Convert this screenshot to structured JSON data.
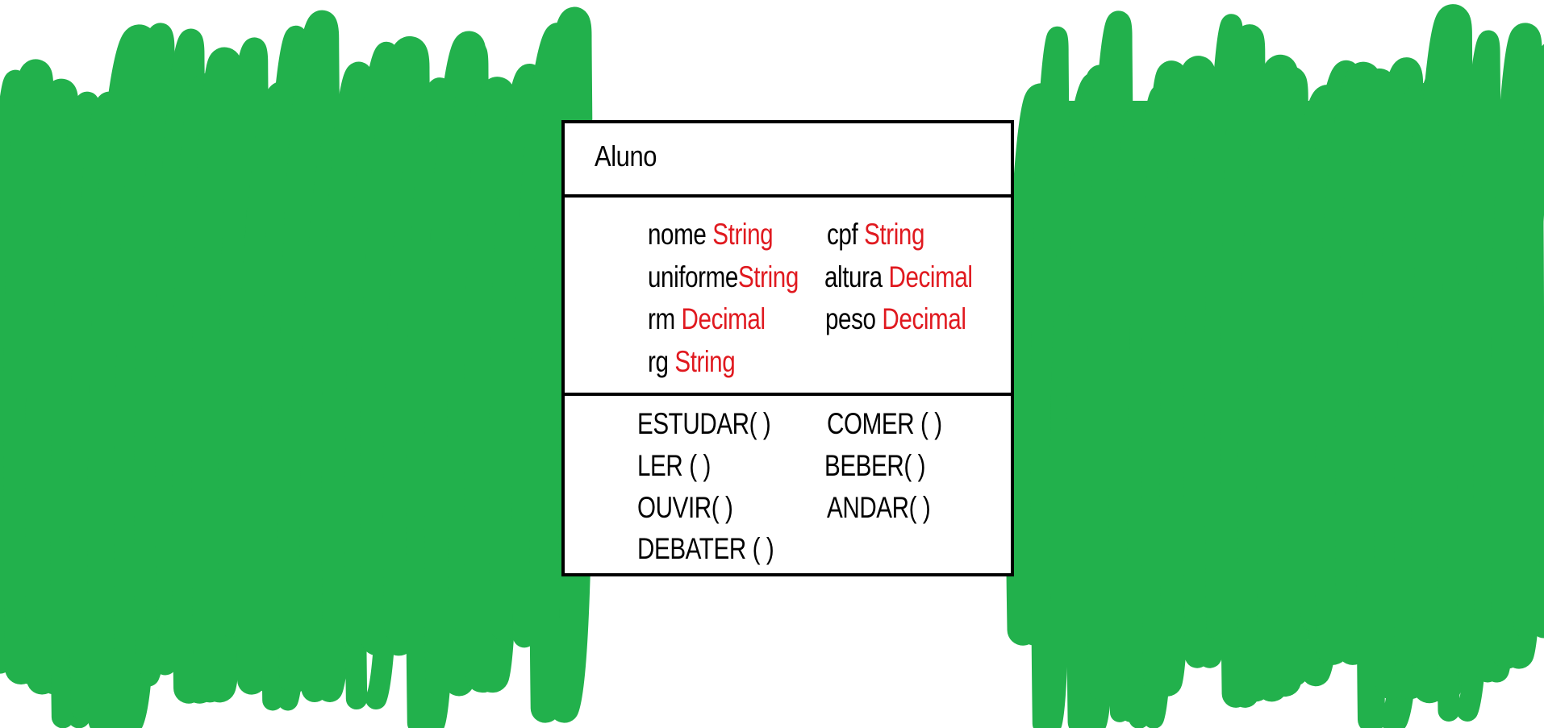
{
  "class_name": "Aluno",
  "attributes": [
    {
      "name": "nome",
      "type": "String"
    },
    {
      "name": "cpf",
      "type": "String"
    },
    {
      "name": "uniforme",
      "type": "String"
    },
    {
      "name": "altura",
      "type": "Decimal"
    },
    {
      "name": "rm",
      "type": "Decimal"
    },
    {
      "name": "peso",
      "type": "Decimal"
    },
    {
      "name": "rg",
      "type": "String"
    }
  ],
  "methods": [
    "ESTUDAR( )",
    "COMER ( )",
    "LER ( )",
    "BEBER( )",
    "OUVIR( )",
    "ANDAR( )",
    "DEBATER ( )"
  ],
  "colors": {
    "scribble": "#22b14c",
    "type_text": "#e0191f",
    "border": "#000000"
  }
}
